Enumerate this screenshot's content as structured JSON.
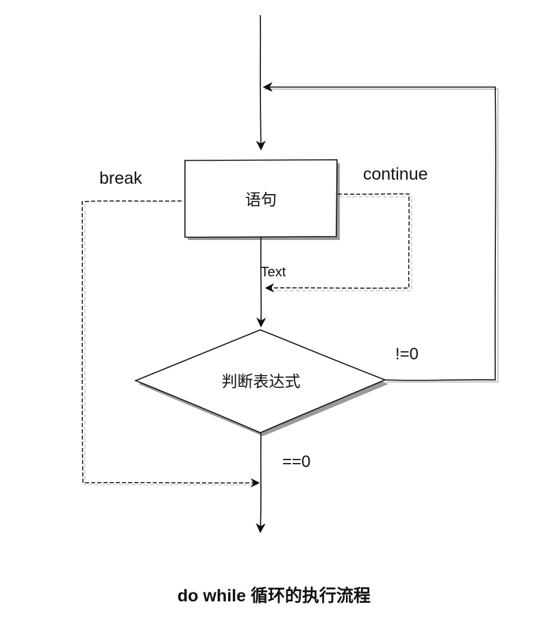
{
  "nodes": {
    "statement": {
      "label": "语句"
    },
    "condition": {
      "label": "判断表达式"
    }
  },
  "edges": {
    "break": {
      "label": "break"
    },
    "continue": {
      "label": "continue"
    },
    "text": {
      "label": "Text"
    },
    "not_zero": {
      "label": "!=0"
    },
    "equals_zero": {
      "label": "==0"
    }
  },
  "caption": "do while 循环的执行流程",
  "colors": {
    "stroke": "#111111",
    "shadow": "#bbbbbb",
    "background": "#ffffff"
  }
}
